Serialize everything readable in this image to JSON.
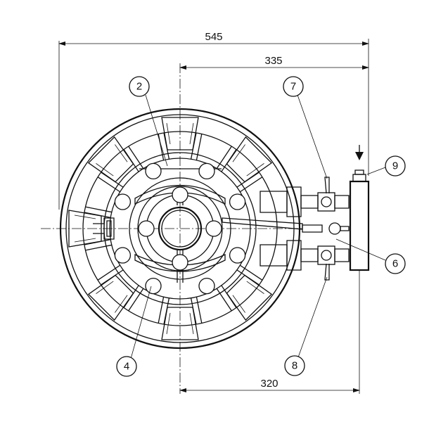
{
  "dimensions": {
    "overall_width": "545",
    "center_to_right": "335",
    "center_to_manifold": "320"
  },
  "balloons": {
    "b2": "2",
    "b4": "4",
    "b6": "6",
    "b7": "7",
    "b8": "8",
    "b9": "9"
  },
  "colors": {
    "line": "#111111",
    "background": "#ffffff"
  }
}
